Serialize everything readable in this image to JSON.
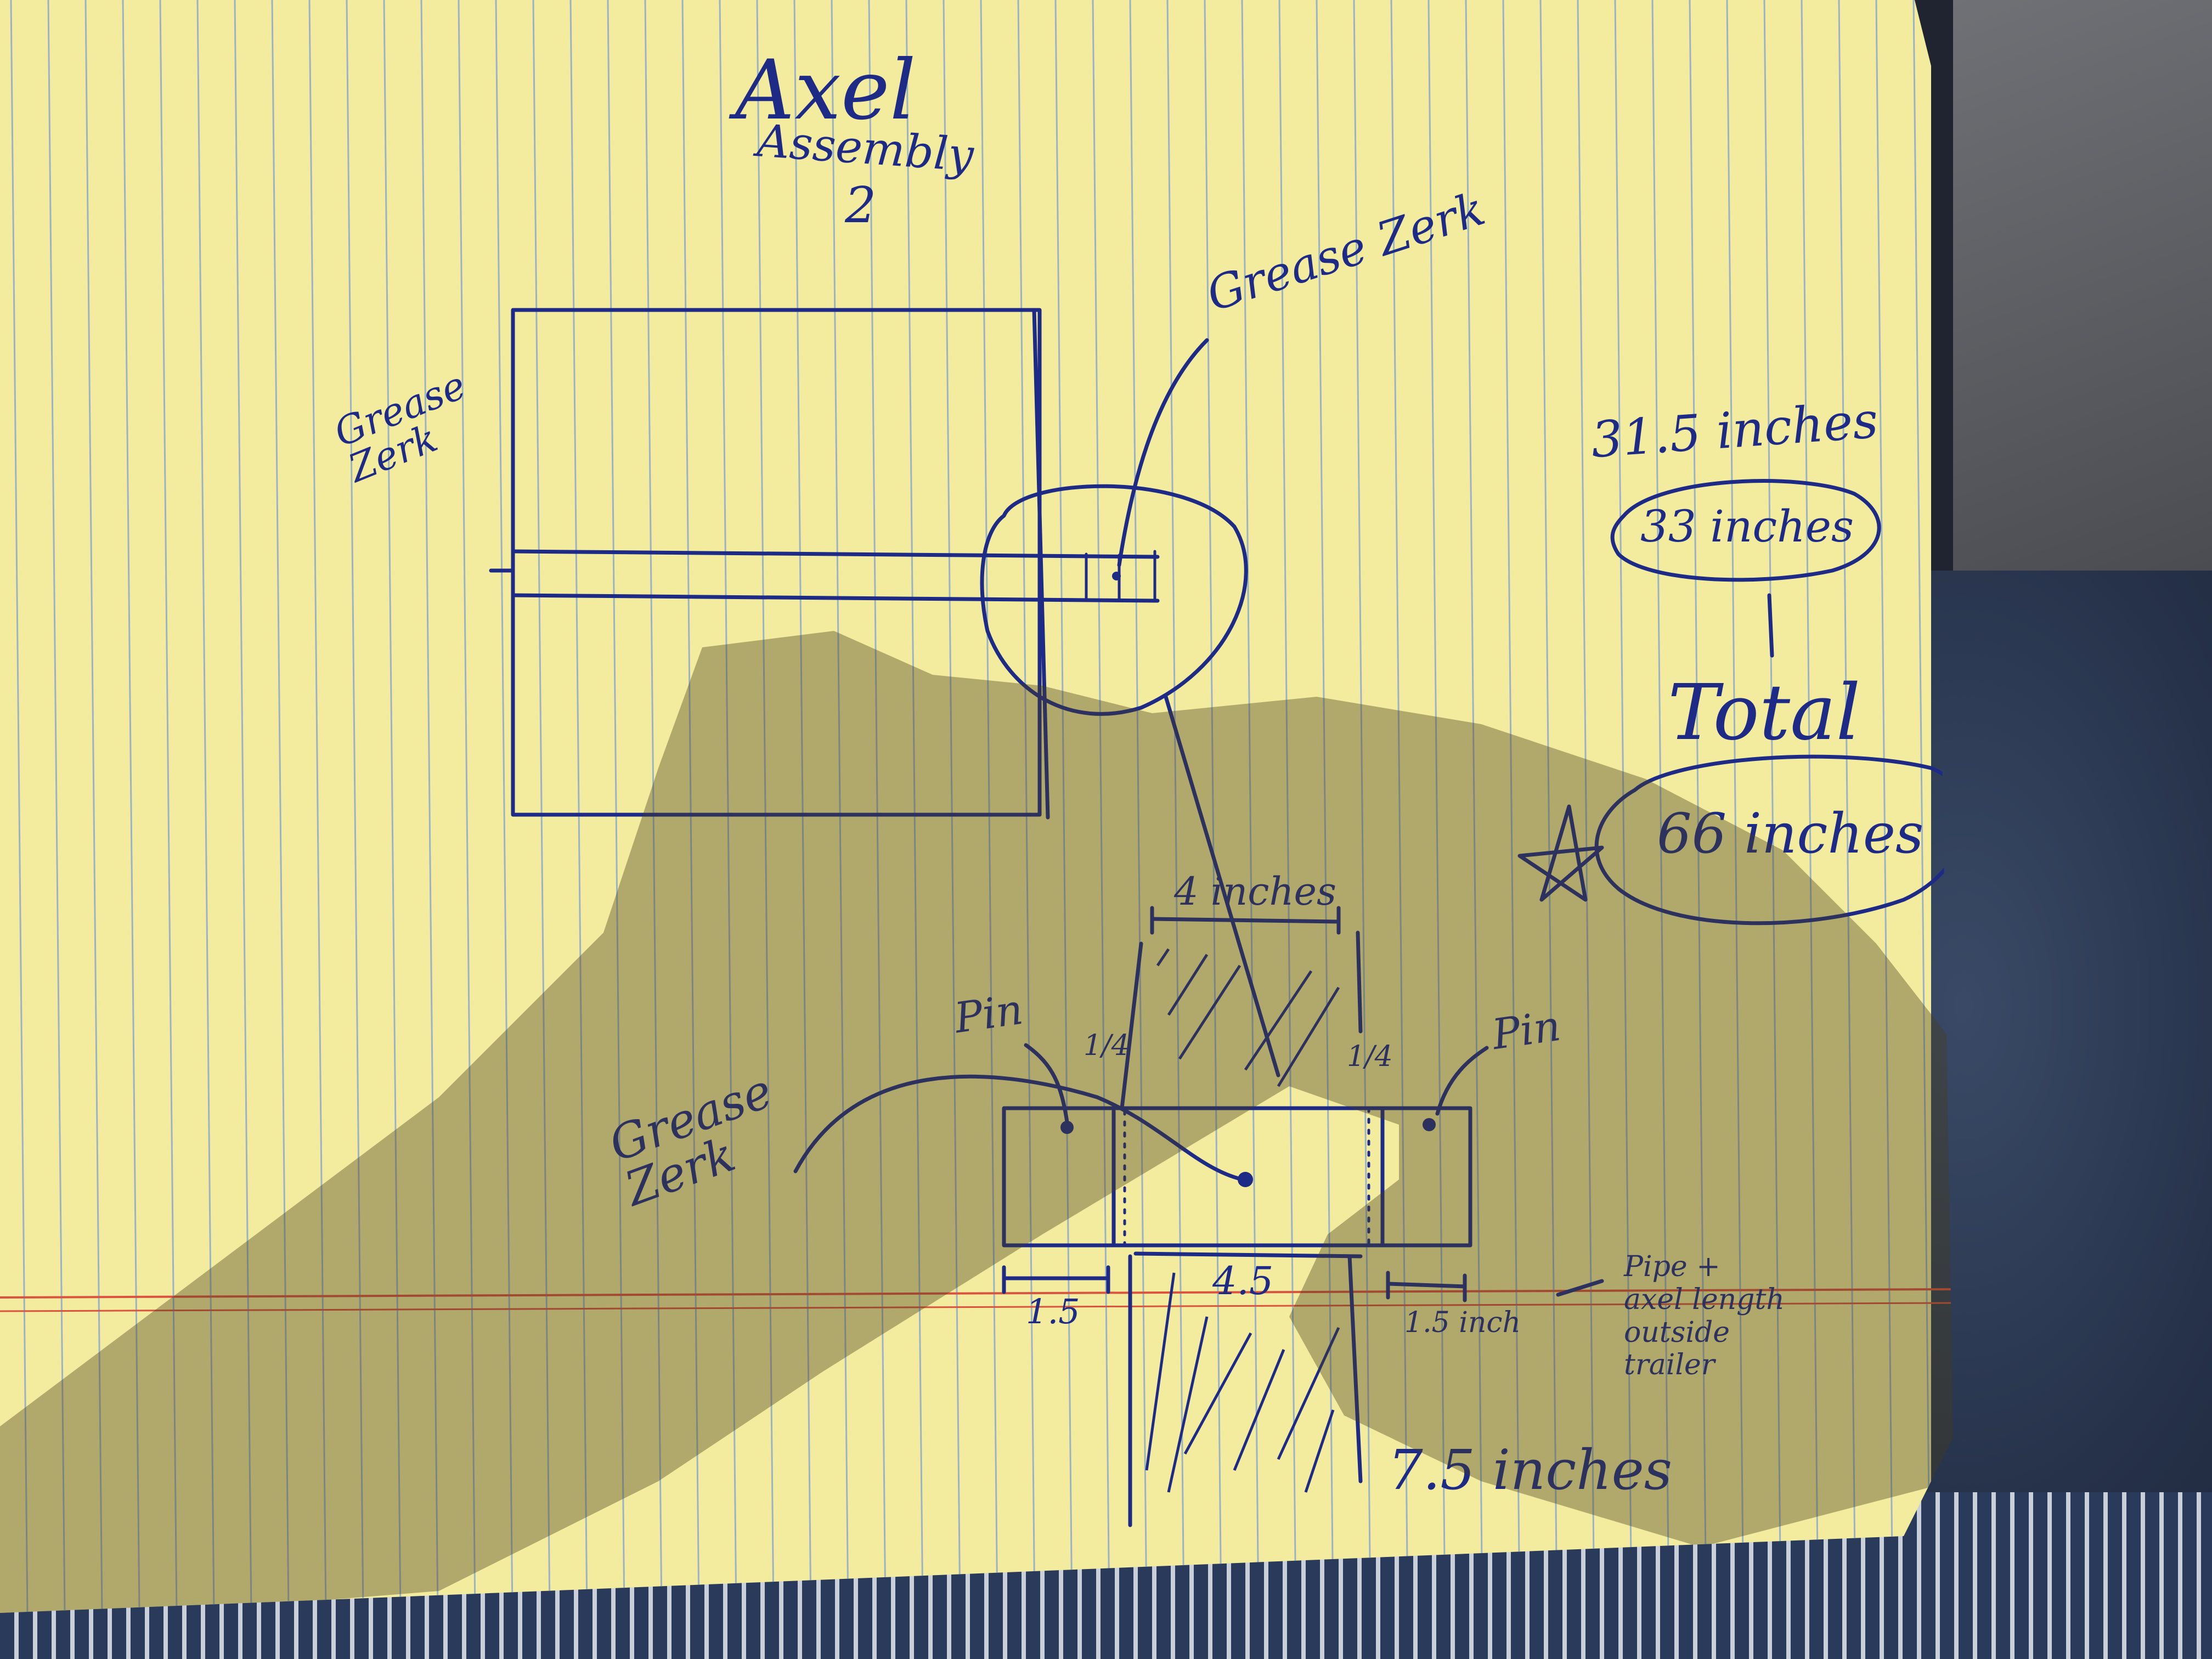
{
  "title": {
    "line1": "Axel",
    "line2": "Assembly",
    "line3": "2"
  },
  "labels": {
    "grease_zerk_top": "Grease Zerk",
    "grease_zerk_left": "Grease Zerk",
    "grease_zerk_bottom": "Grease Zerk",
    "pin_left": "Pin",
    "pin_right": "Pin",
    "pipe_axel_length": "Pipe + axel length outside trailer"
  },
  "dimensions": {
    "top_inches": "4 inches",
    "quarter_left": "1/4",
    "quarter_right": "1/4",
    "left_section": "1.5",
    "middle_section": "4.5",
    "right_section": "1.5 inch",
    "total_bottom": "7.5 inches"
  },
  "totals": {
    "measure_a": "31.5 inches",
    "measure_b": "33 inches",
    "total_label": "Total",
    "total_value": "66 inches"
  },
  "colors": {
    "ink": "#1d2b86",
    "paper": "#f3eb9d",
    "rule_line": "#9bb3c4",
    "margin_line": "#d9533f"
  }
}
